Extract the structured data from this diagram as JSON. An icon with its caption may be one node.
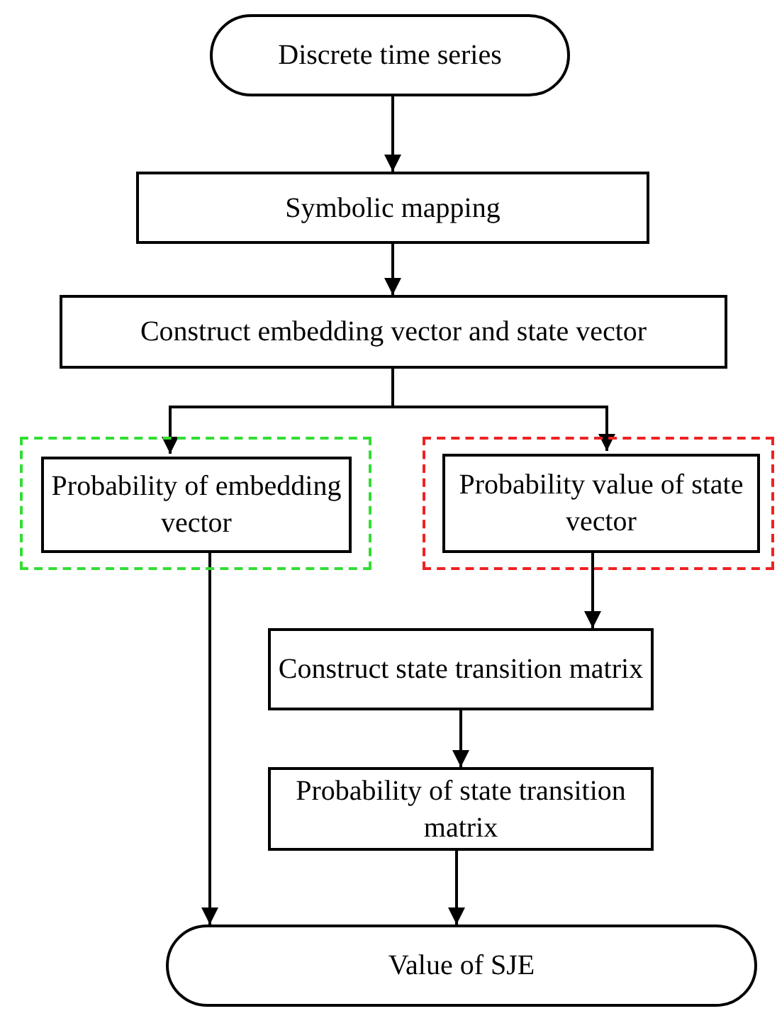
{
  "diagram": {
    "nodes": [
      {
        "text": [
          "Discrete time series"
        ]
      },
      {
        "text": [
          "Symbolic mapping"
        ]
      },
      {
        "text": [
          "Construct embedding vector and state vector"
        ]
      },
      {
        "text": [],
        "shape": "box"
      },
      {
        "text": [
          "Probability of embedding vector"
        ],
        "in": 3
      },
      {
        "text": [],
        "shape": "box"
      },
      {
        "text": [
          "Probability value of state vector"
        ],
        "in": 5
      },
      {
        "text": [
          "Construct state transition matrix"
        ]
      },
      {
        "text": [
          "Probability of state transition matrix"
        ]
      },
      {
        "text": [
          "Value of SJE"
        ]
      }
    ],
    "edges": [
      {
        "from": 0,
        "to": 1,
        "arrow": "to"
      },
      {
        "from": 1,
        "to": 2,
        "arrow": "to"
      },
      {
        "from": 2,
        "to": 4,
        "arrow": "to"
      },
      {
        "from": 2,
        "to": 6,
        "arrow": "to"
      },
      {
        "from": 4,
        "to": 9,
        "arrow": "to"
      },
      {
        "from": 6,
        "to": 7,
        "arrow": "to"
      },
      {
        "from": 7,
        "to": 8,
        "arrow": "to"
      },
      {
        "from": 8,
        "to": 9,
        "arrow": "to"
      }
    ]
  }
}
